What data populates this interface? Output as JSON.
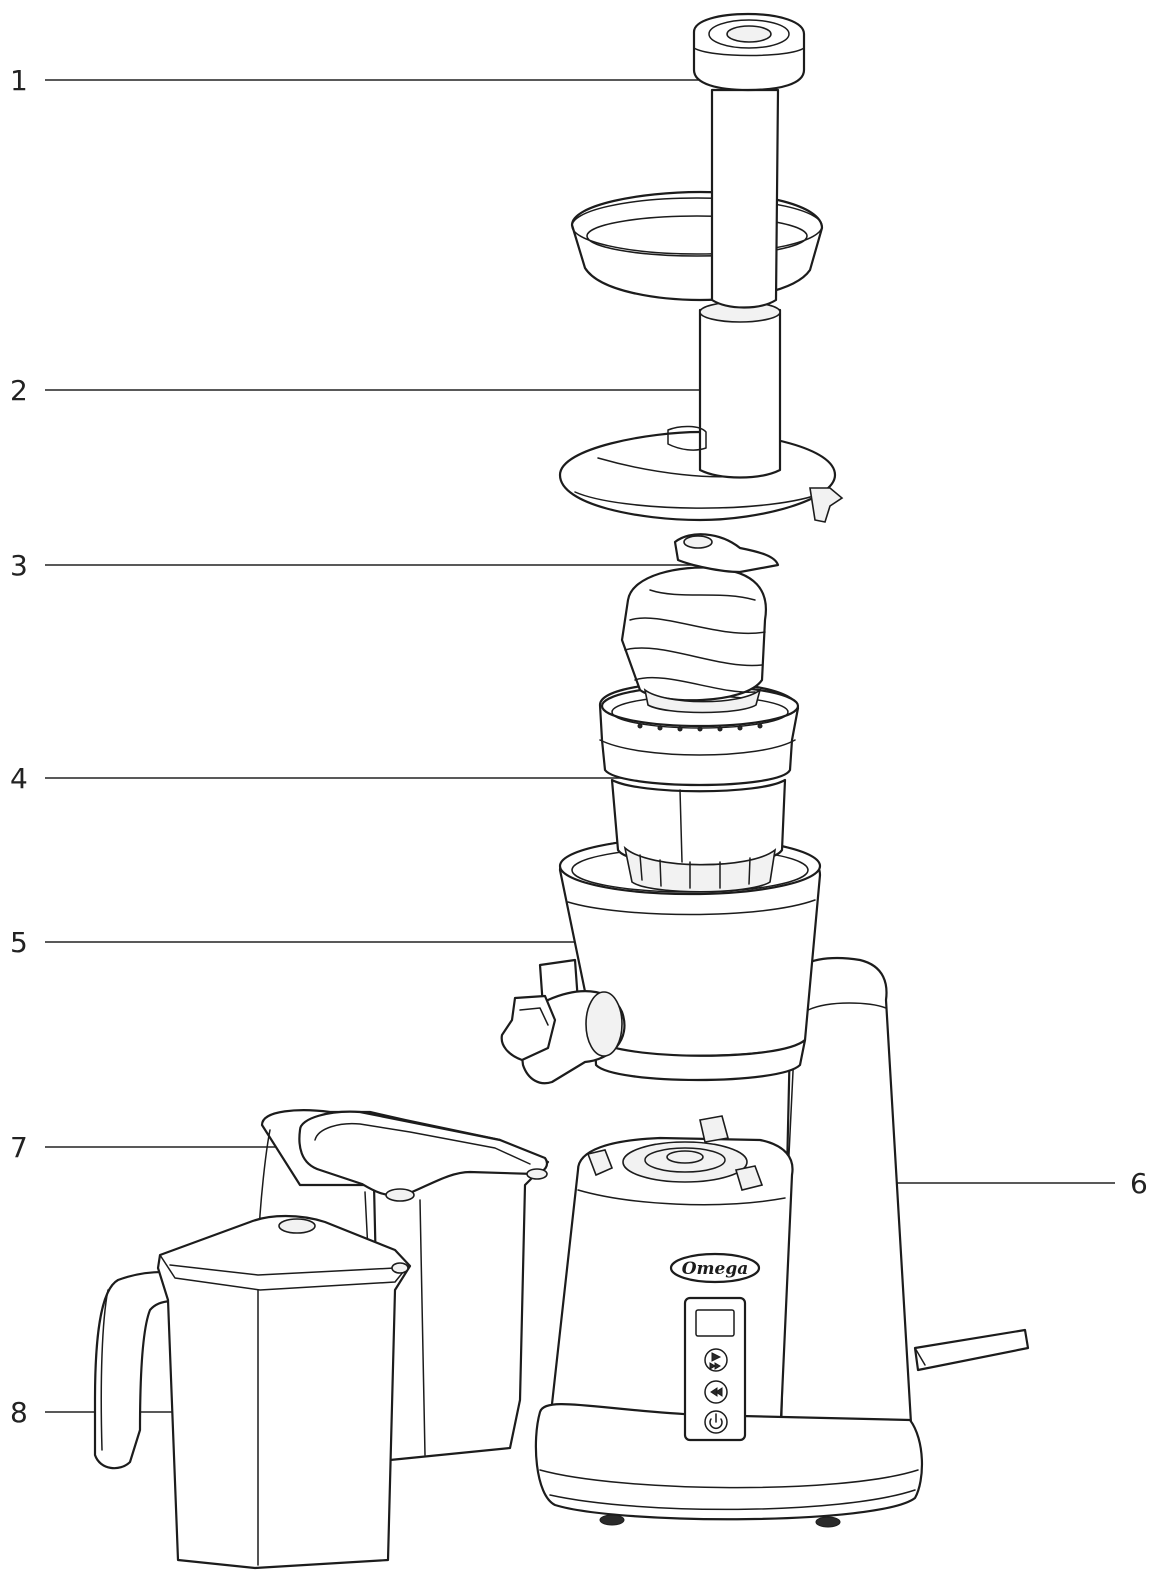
{
  "callouts": [
    {
      "number": "1",
      "part": "pusher"
    },
    {
      "number": "2",
      "part": "hopper-with-lid"
    },
    {
      "number": "3",
      "part": "auger"
    },
    {
      "number": "4",
      "part": "juicing-screen"
    },
    {
      "number": "5",
      "part": "juicing-bowl"
    },
    {
      "number": "6",
      "part": "motor-base"
    },
    {
      "number": "7",
      "part": "pulp-container"
    },
    {
      "number": "8",
      "part": "juice-container"
    }
  ],
  "brand_label": "Omega"
}
